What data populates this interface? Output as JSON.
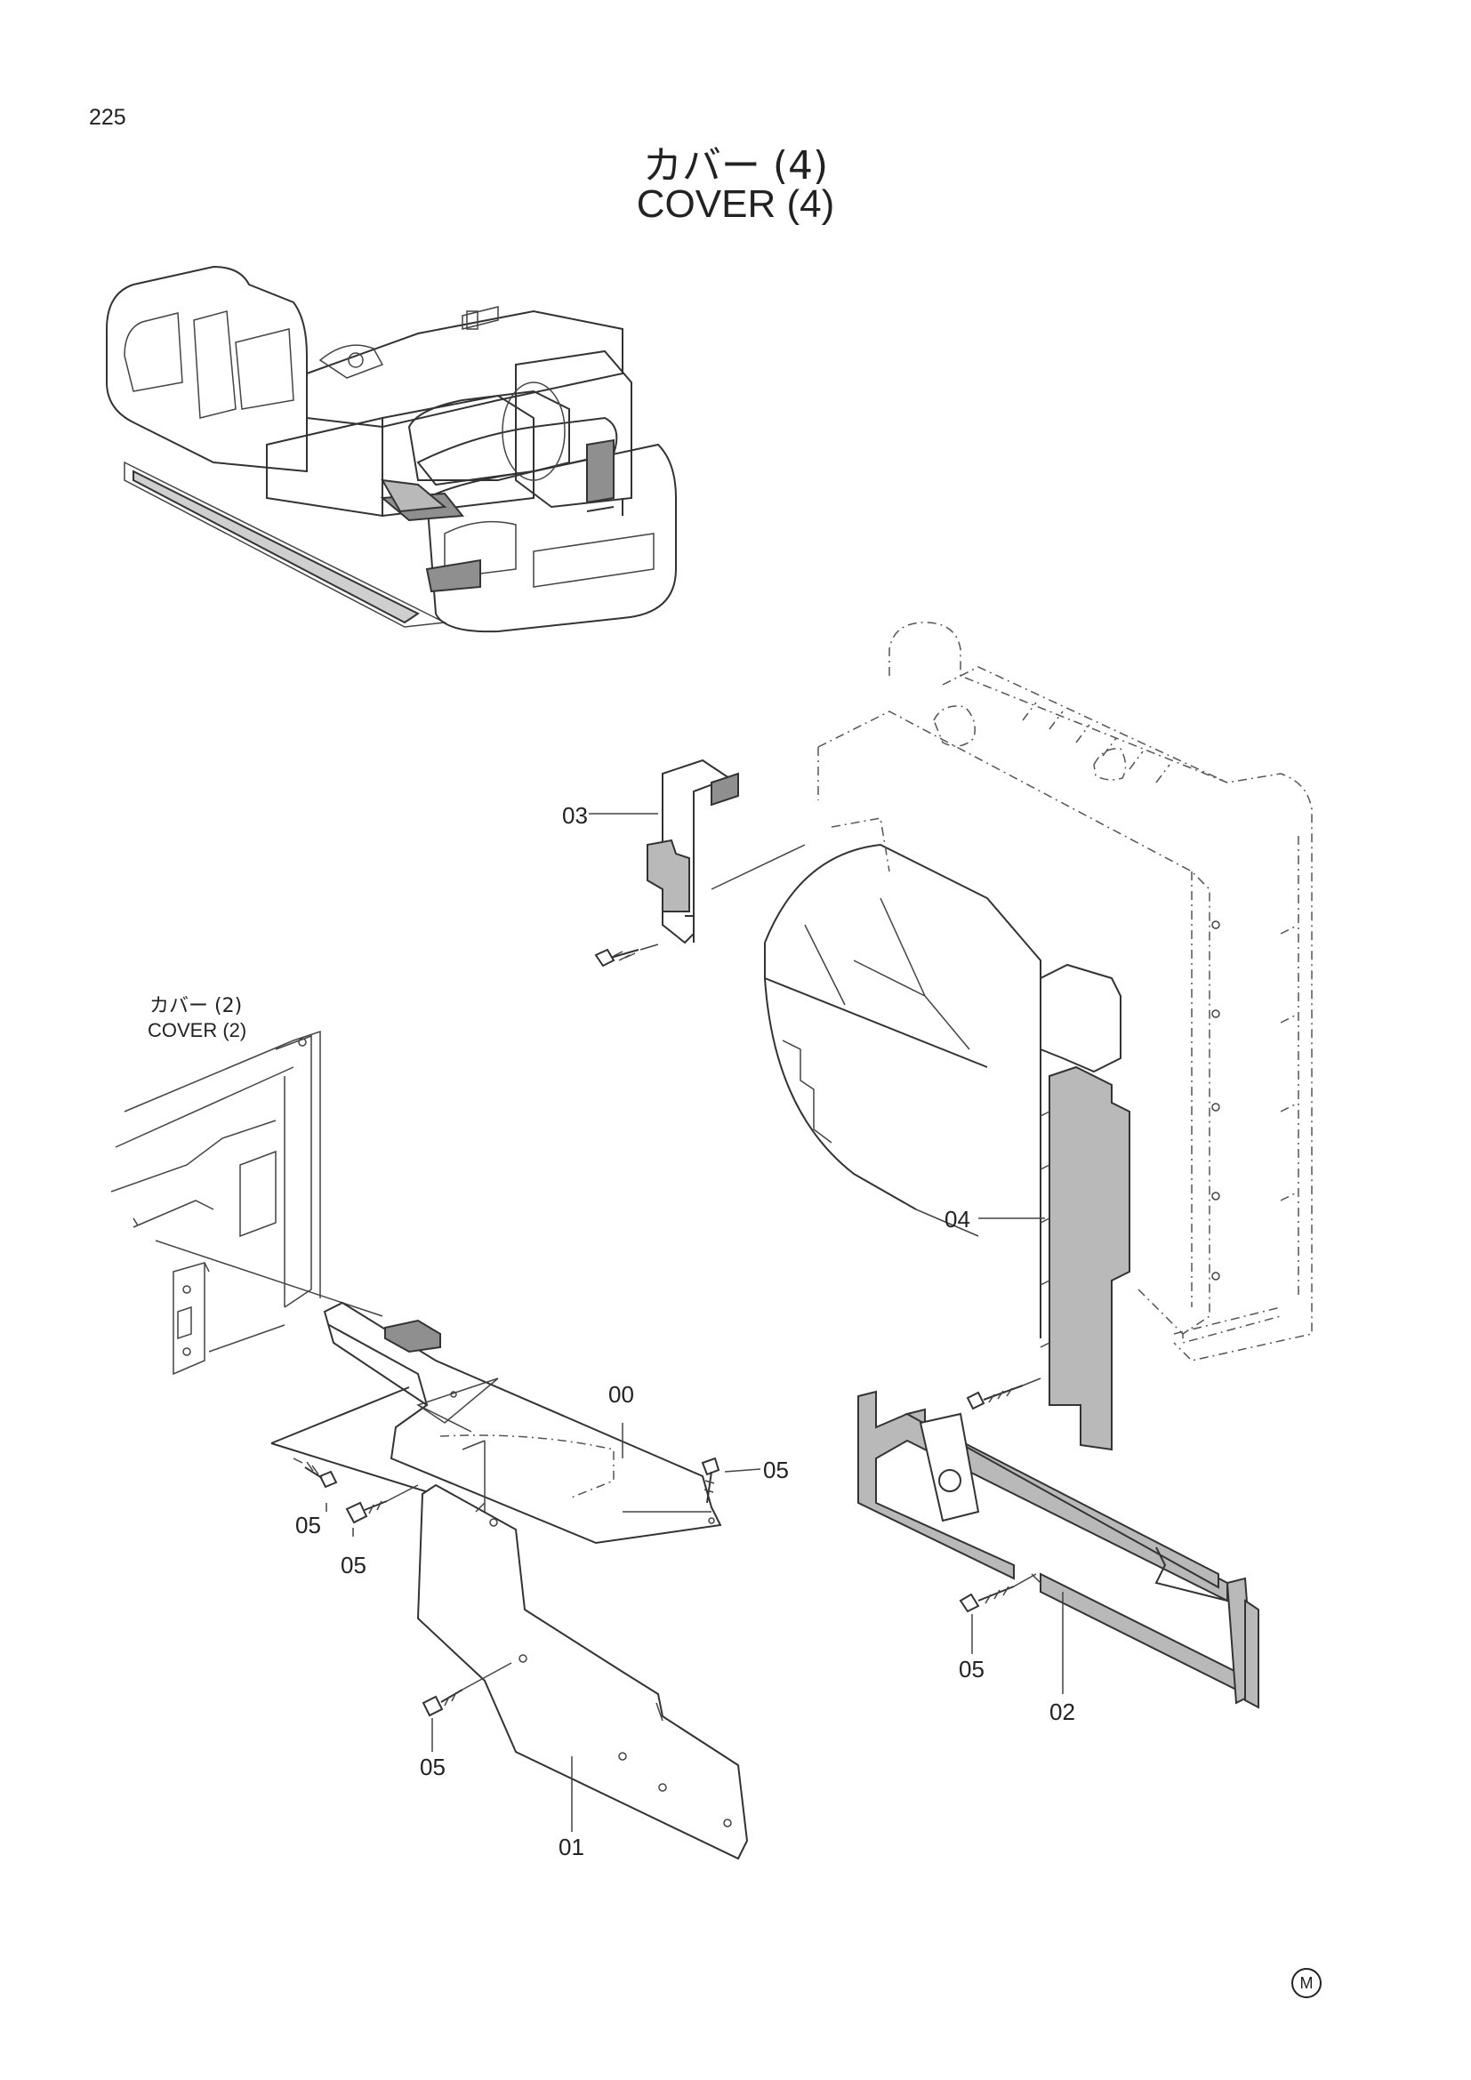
{
  "page": {
    "number": "225"
  },
  "title": {
    "japanese": "カバー (4)",
    "english": "COVER (4)"
  },
  "reference": {
    "japanese": "カバー (2)",
    "english": "COVER (2)"
  },
  "callouts": {
    "c00": "00",
    "c01": "01",
    "c02": "02",
    "c03": "03",
    "c04": "04",
    "c05a": "05",
    "c05b": "05",
    "c05c": "05",
    "c05d": "05",
    "c05e": "05"
  },
  "mark": "M",
  "colors": {
    "line": "#333333",
    "shade": "#b9b9b9",
    "paper": "#ffffff"
  }
}
